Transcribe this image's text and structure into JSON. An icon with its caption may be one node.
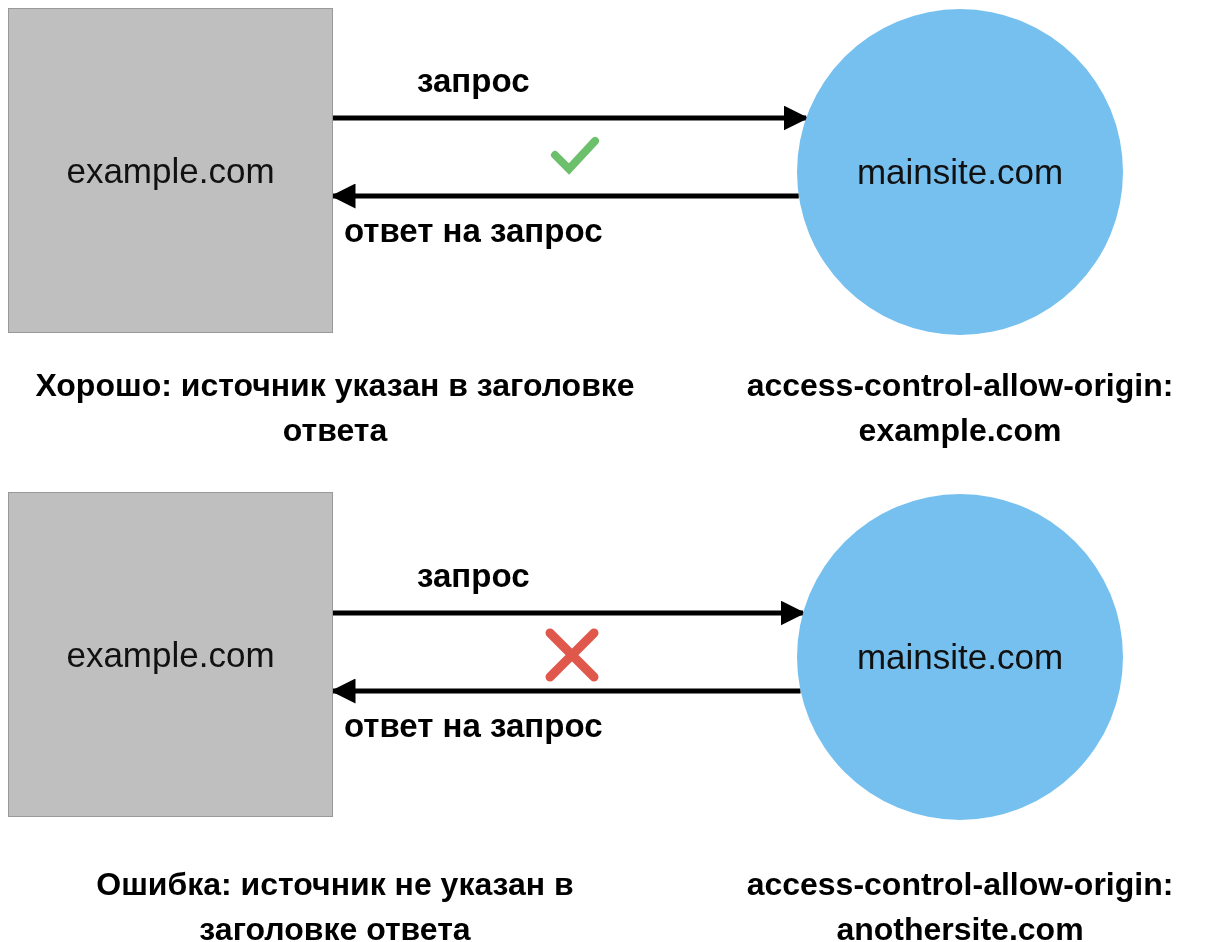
{
  "diagram": {
    "nodes": [
      {
        "text": [
          "example.com"
        ]
      },
      {
        "text": [
          "mainsite.com"
        ]
      },
      {
        "text": [
          "example.com"
        ]
      },
      {
        "text": [
          "mainsite.com"
        ]
      }
    ],
    "edges": [
      {
        "from": 0,
        "to": 1,
        "arrow": "to",
        "label": "запрос"
      },
      {
        "from": 1,
        "to": 0,
        "arrow": "to",
        "label": "ответ на запрос"
      },
      {
        "from": 2,
        "to": 3,
        "arrow": "to",
        "label": "запрос"
      },
      {
        "from": 3,
        "to": 2,
        "arrow": "to",
        "label": "ответ на запрос"
      }
    ],
    "labels": [
      "Хорошо: источник указан в заголовке ответа",
      "access-control-allow-origin: example.com",
      "Ошибка: источник не указан в заголовке ответа",
      "access-control-allow-origin: anothersite.com"
    ]
  }
}
